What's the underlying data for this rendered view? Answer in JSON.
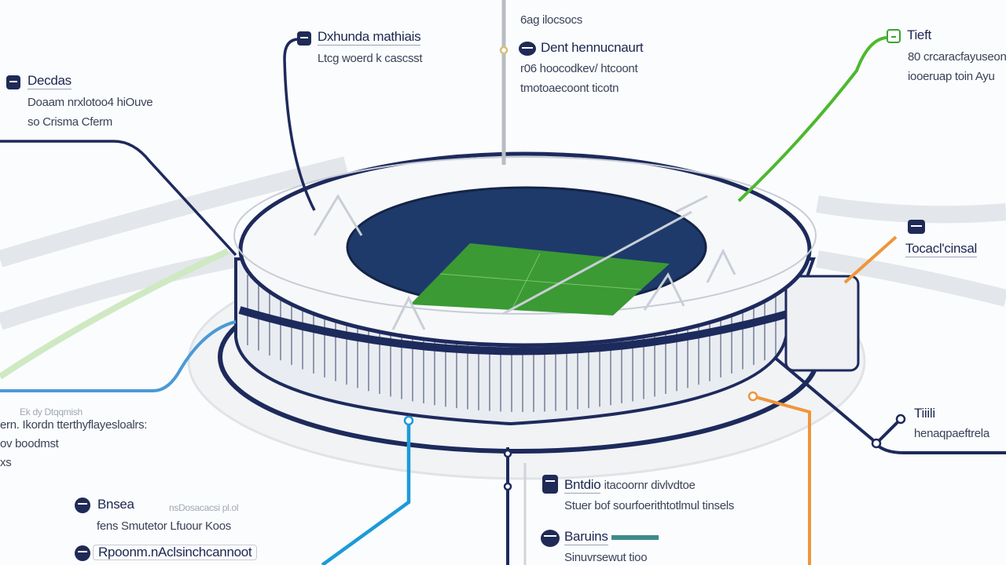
{
  "colors": {
    "navy": "#1d2a5c",
    "green_line": "#4cb82e",
    "orange_line": "#f0953a",
    "blue_line": "#1c9ad8",
    "light_blue_line": "#4a9ad6",
    "pitch": "#3b9a34",
    "gray_line": "#b9bcc2"
  },
  "callouts": {
    "top_left": {
      "icon": "database-icon",
      "title": "Decdas",
      "lines": [
        "Doaam nrxlotoo4 hiOuve",
        "so Crisma Cferm"
      ]
    },
    "top_mid_left": {
      "icon": "building-icon",
      "title": "Dxhunda mathiais",
      "lines": [
        "Ltcg woerd k cascsst"
      ]
    },
    "top_center": {
      "icon": "bus-icon",
      "top_line": "6ag ilocsocs",
      "title": "Dent hennucnaurt",
      "lines": [
        "r06 hoocodkev/ htcoont",
        "tmotoaecoont ticotn"
      ]
    },
    "top_right": {
      "icon": "parking-icon",
      "title": "Tieft",
      "lines": [
        "80 crcaracfayuseon",
        "iooeruap toin Ayu"
      ]
    },
    "mid_right": {
      "icon": "monitor-icon",
      "title": "Tocacl'cinsal"
    },
    "lower_right": {
      "title": "Tiiili",
      "lines": [
        "henaqpaeftrela"
      ]
    },
    "lower_left": {
      "caption": "Ek dy Dtqqmish",
      "lines": [
        "ern. Ikordn tterthyflayesloalrs:",
        "ov boodmst",
        "xs"
      ]
    },
    "bottom_left": {
      "items": [
        {
          "icon": "train-icon",
          "title": "Bnsea",
          "note": "nsDosacacsi pl.ol",
          "sub": "fens Smutetor Lfuour Koos"
        },
        {
          "icon": "user-icon",
          "title": "Rpoonm.nAclsinchcannoot"
        }
      ]
    },
    "bottom_center": {
      "items": [
        {
          "icon": "bus-icon",
          "title": "Bntdio",
          "title_rest": "itacoornr divlvdtoe",
          "sub": "Stuer bof sourfoerithtotlmul tinsels"
        },
        {
          "icon": "train-icon",
          "title": "Baruins",
          "sub": "Sinuvrsewut tioo"
        }
      ]
    }
  }
}
